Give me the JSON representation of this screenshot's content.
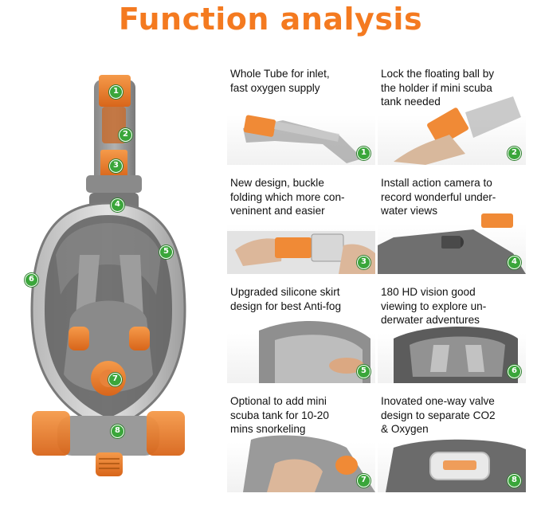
{
  "title": "Function analysis",
  "callouts": [
    "1",
    "2",
    "3",
    "4",
    "5",
    "6",
    "7",
    "8"
  ],
  "features": [
    {
      "number": "1",
      "text": "Whole Tube for inlet,\nfast oxygen supply",
      "image": "snorkel-tube-top"
    },
    {
      "number": "2",
      "text": "Lock the floating ball by\nthe holder if mini scuba\ntank needed",
      "image": "floating-ball-holder"
    },
    {
      "number": "3",
      "text": "New design, buckle\nfolding which more con-\nveninent and easier",
      "image": "buckle-folding"
    },
    {
      "number": "4",
      "text": "Install action camera to\nrecord wonderful under-\nwater views",
      "image": "action-camera-mount"
    },
    {
      "number": "5",
      "text": "Upgraded silicone skirt\ndesign for best Anti-fog",
      "image": "silicone-skirt"
    },
    {
      "number": "6",
      "text": "180 HD vision good\nviewing to explore un-\nderwater adventures",
      "image": "hd-vision-lens"
    },
    {
      "number": "7",
      "text": "Optional to add mini\nscuba tank for 10-20\nmins snorkeling",
      "image": "mini-scuba-tank-port"
    },
    {
      "number": "8",
      "text": "Inovated one-way valve\ndesign to separate CO2\n& Oxygen",
      "image": "one-way-valve"
    }
  ],
  "colors": {
    "title": "#f47a20",
    "accent_orange": "#f07c22",
    "mask_grey": "#6b6b6b",
    "badge_green": "#3aa63a"
  }
}
